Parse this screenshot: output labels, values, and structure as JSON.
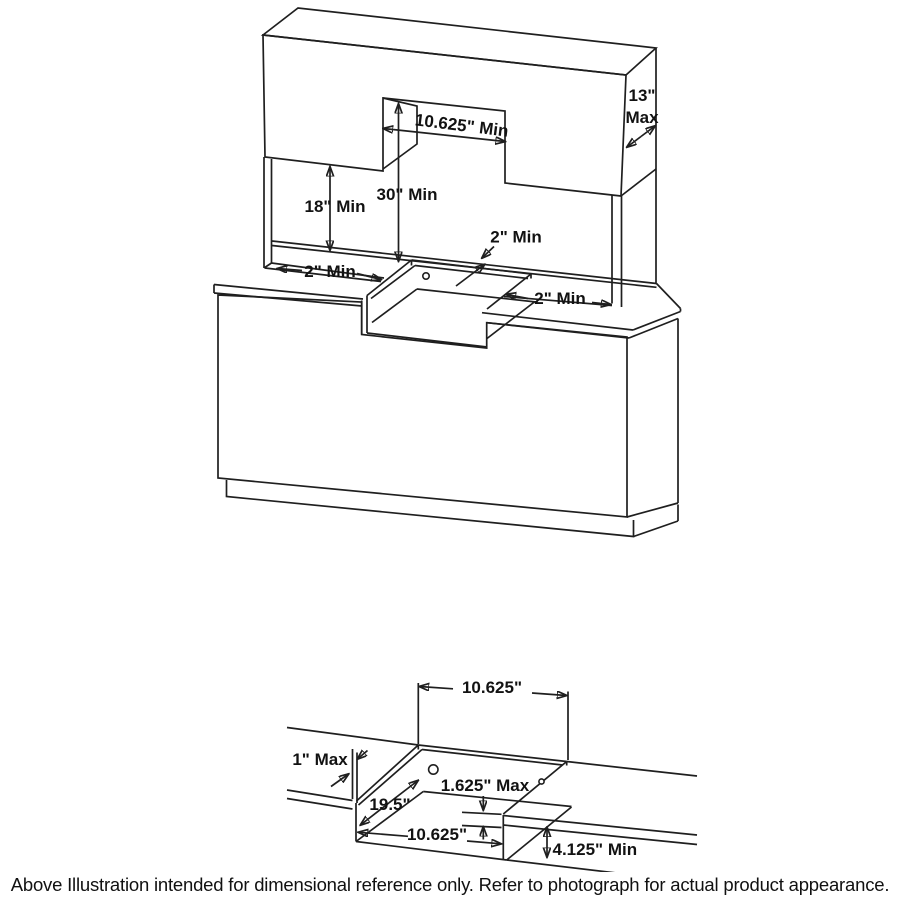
{
  "page": {
    "background": "#ffffff",
    "line_color": "#1f1f1f"
  },
  "caption": {
    "text": "Above Illustration intended for dimensional reference only. Refer to photograph for actual product appearance."
  },
  "top_diagram": {
    "title": "upper-cabinet-and-countertop-clearances",
    "labels": {
      "cabinet_depth_line1": "13\"",
      "cabinet_depth_line2": "Max",
      "cabinet_cutout_width": "10.625\" Min",
      "cutout_top_to_counter": "30\" Min",
      "cabinet_bottom_to_counter": "18\" Min",
      "left_wall_clearance": "2\" Min",
      "back_clearance": "2\" Min",
      "right_wall_clearance": "2\" Min"
    }
  },
  "bottom_diagram": {
    "title": "countertop-cutout-detail",
    "labels": {
      "cutout_width_back": "10.625\"",
      "flange_gap": "1\" Max",
      "cutout_depth": "19.5\"",
      "countertop_thickness": "1.625\" Max",
      "cutout_width_front": "10.625\"",
      "depth_below_countertop": "4.125\" Min"
    }
  }
}
